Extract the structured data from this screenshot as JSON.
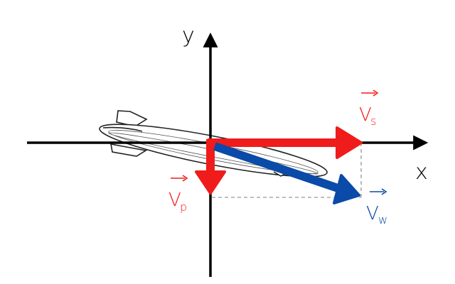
{
  "axes": {
    "x_label": "x",
    "y_label": "y"
  },
  "vectors": [
    {
      "id": "s",
      "label": "V",
      "subscript": "s",
      "color": "#f01c1c"
    },
    {
      "id": "p",
      "label": "V",
      "subscript": "p",
      "color": "#f01c1c"
    },
    {
      "id": "w",
      "label": "V",
      "subscript": "w",
      "color": "#0a4aa8"
    }
  ],
  "colors": {
    "axis": "#000000",
    "guide": "#aaaaaa",
    "blimp": "#222222"
  }
}
